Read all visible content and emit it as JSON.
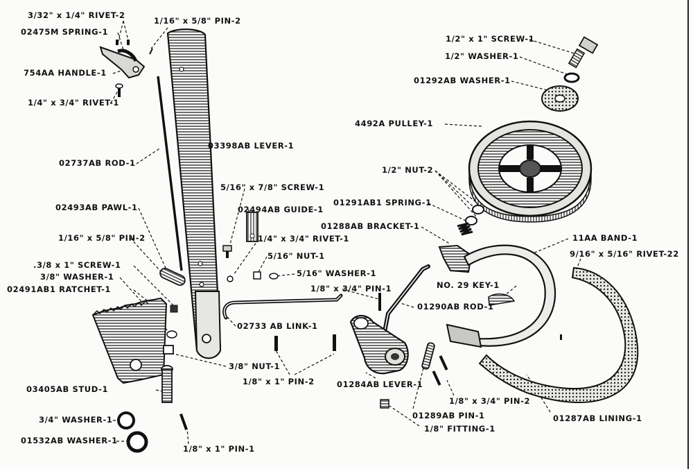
{
  "labels": {
    "rivet_332": "3/32\" x 1/4\" RIVET-2",
    "spring_02475m": "02475M SPRING-1",
    "pin_116_58_top": "1/16\" x 5/8\" PIN-2",
    "handle_754aa": "754AA HANDLE-1",
    "rivet_14_34": "1/4\" x 3/4\" RIVET-1",
    "rod_02737ab": "02737AB ROD-1",
    "lever_03398ab": "03398AB LEVER-1",
    "screw_516_78": "5/16\" x 7/8\" SCREW-1",
    "pawl_02493ab": "02493AB PAWL-1",
    "guide_02494ab": "02494AB GUIDE-1",
    "pin_116_58_mid": "1/16\" x 5/8\" PIN-2",
    "rivet_14_34_mid": "1/4\" x 3/4\" RIVET-1",
    "screw_38_1": ".3/8 x 1\" SCREW-1",
    "nut_516": "5/16\" NUT-1",
    "washer_38": "3/8\" WASHER-1",
    "washer_516": "5/16\" WASHER-1",
    "ratchet_02491ab1": "02491AB1 RATCHET-1",
    "pin_18_34_mid": "1/8\" x 3/4\" PIN-1",
    "link_02733ab": "02733 AB LINK-1",
    "nut_38": "3/8\" NUT-1",
    "pin_18_1_mid": "1/8\" x 1\" PIN-2",
    "stud_03405ab": "03405AB STUD-1",
    "washer_34": "3/4\" WASHER-1",
    "washer_01532ab": "01532AB WASHER-1",
    "pin_18_1_bottom": "1/8\" x 1\" PIN-1",
    "screw_12_1": "1/2\" x 1\" SCREW-1",
    "washer_12": "1/2\" WASHER-1",
    "washer_01292ab": "01292AB WASHER-1",
    "pulley_4492a": "4492A PULLEY-1",
    "nut_12": "1/2\" NUT-2",
    "spring_01291ab1": "01291AB1 SPRING-1",
    "bracket_01288ab": "01288AB BRACKET-1",
    "band_11aa": "11AA BAND-1",
    "rivet_916_516": "9/16\" x 5/16\" RIVET-22",
    "key_no29": "NO. 29 KEY-1",
    "rod_01290ab": "01290AB ROD-1",
    "lever_01284ab": "01284AB LEVER-1",
    "pin_18_34_right": "1/8\" x 3/4\" PIN-2",
    "pin_01289ab": "01289AB PIN-1",
    "fitting_18": "1/8\" FITTING-1",
    "lining_01287ab": "01287AB LINING-1"
  },
  "colors": {
    "ink": "#111111",
    "paper": "#fbfbf9",
    "shade": "#555555"
  }
}
